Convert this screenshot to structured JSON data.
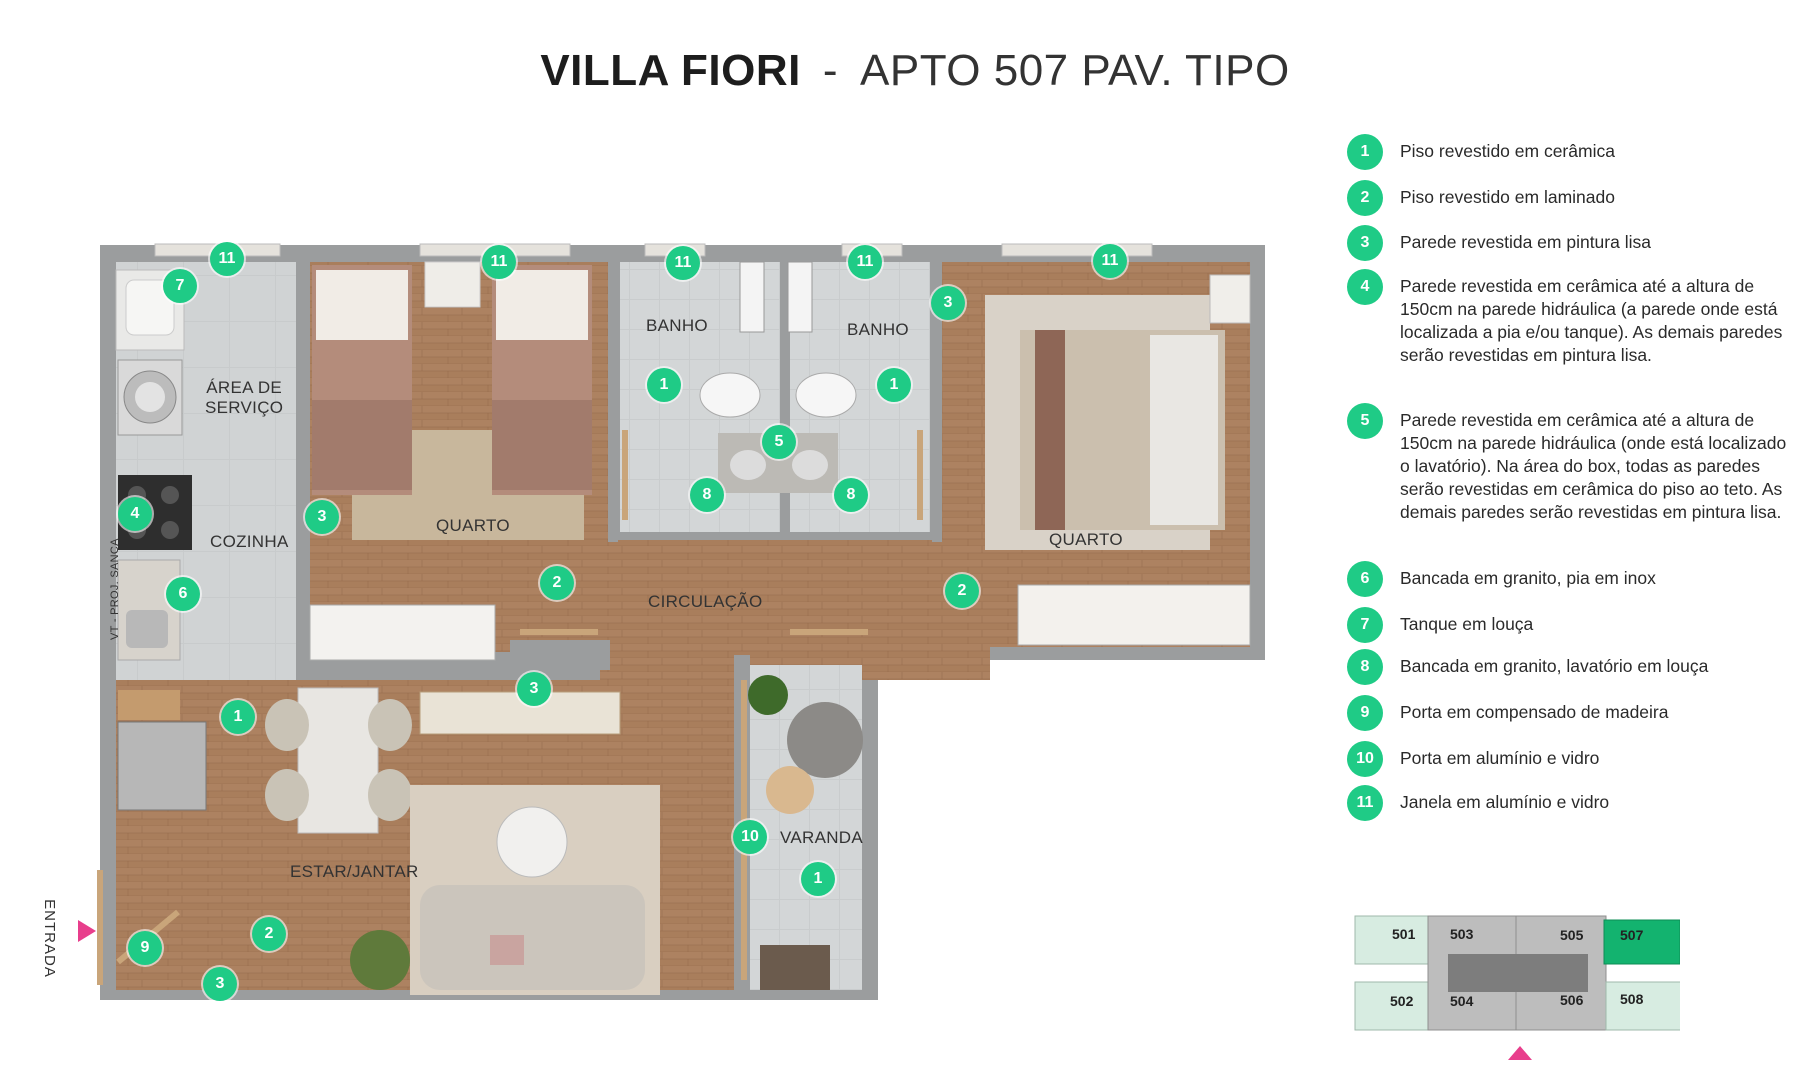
{
  "title": {
    "project": "VILLA FIORI",
    "separator": "-",
    "unit": "APTO 507 PAV. TIPO"
  },
  "rooms": {
    "area_servico_line1": "ÁREA DE",
    "area_servico_line2": "SERVIÇO",
    "cozinha": "COZINHA",
    "quarto_1": "QUARTO",
    "banho_1": "BANHO",
    "banho_2": "BANHO",
    "quarto_2": "QUARTO",
    "circulacao": "CIRCULAÇÃO",
    "estar_jantar": "ESTAR/JANTAR",
    "varanda": "VARANDA",
    "entrada": "ENTRADA",
    "shaft_note": "VT - PROJ. SANCA"
  },
  "plan_badges": [
    "11",
    "11",
    "11",
    "11",
    "11",
    "7",
    "3",
    "1",
    "1",
    "5",
    "4",
    "3",
    "8",
    "8",
    "2",
    "6",
    "2",
    "3",
    "1",
    "10",
    "1",
    "2",
    "9",
    "3"
  ],
  "legend": [
    {
      "n": "1",
      "text": "Piso revestido em cerâmica"
    },
    {
      "n": "2",
      "text": "Piso revestido em laminado"
    },
    {
      "n": "3",
      "text": "Parede revestida em pintura lisa"
    },
    {
      "n": "4",
      "text": "Parede revestida em cerâmica  até a altura de 150cm na parede hidráulica (a parede onde está localizada a pia e/ou tanque). As demais paredes serão revestidas em pintura lisa."
    },
    {
      "n": "5",
      "text": "Parede revestida em cerâmica  até a altura de 150cm na parede hidráulica (onde está localizado o lavatório).  Na área do box, todas as paredes serão revestidas em cerâmica do piso ao teto. As demais paredes serão revestidas em pintura lisa."
    },
    {
      "n": "6",
      "text": "Bancada em granito, pia em inox"
    },
    {
      "n": "7",
      "text": "Tanque em louça"
    },
    {
      "n": "8",
      "text": "Bancada em granito, lavatório em louça"
    },
    {
      "n": "9",
      "text": "Porta em compensado de madeira"
    },
    {
      "n": "10",
      "text": "Porta em alumínio e vidro"
    },
    {
      "n": "11",
      "text": "Janela em alumínio e vidro"
    }
  ],
  "keyplan": {
    "units": [
      "501",
      "503",
      "505",
      "507",
      "502",
      "504",
      "506",
      "508"
    ],
    "highlighted": "507"
  },
  "colors": {
    "badge_green": "#1fcb86",
    "entrance_marker": "#e83e8c",
    "highlight_unit": "#13b36f",
    "wood_floor": "#a97e5c",
    "tile_floor": "#c9ccce",
    "wall": "#9b9d9e"
  }
}
